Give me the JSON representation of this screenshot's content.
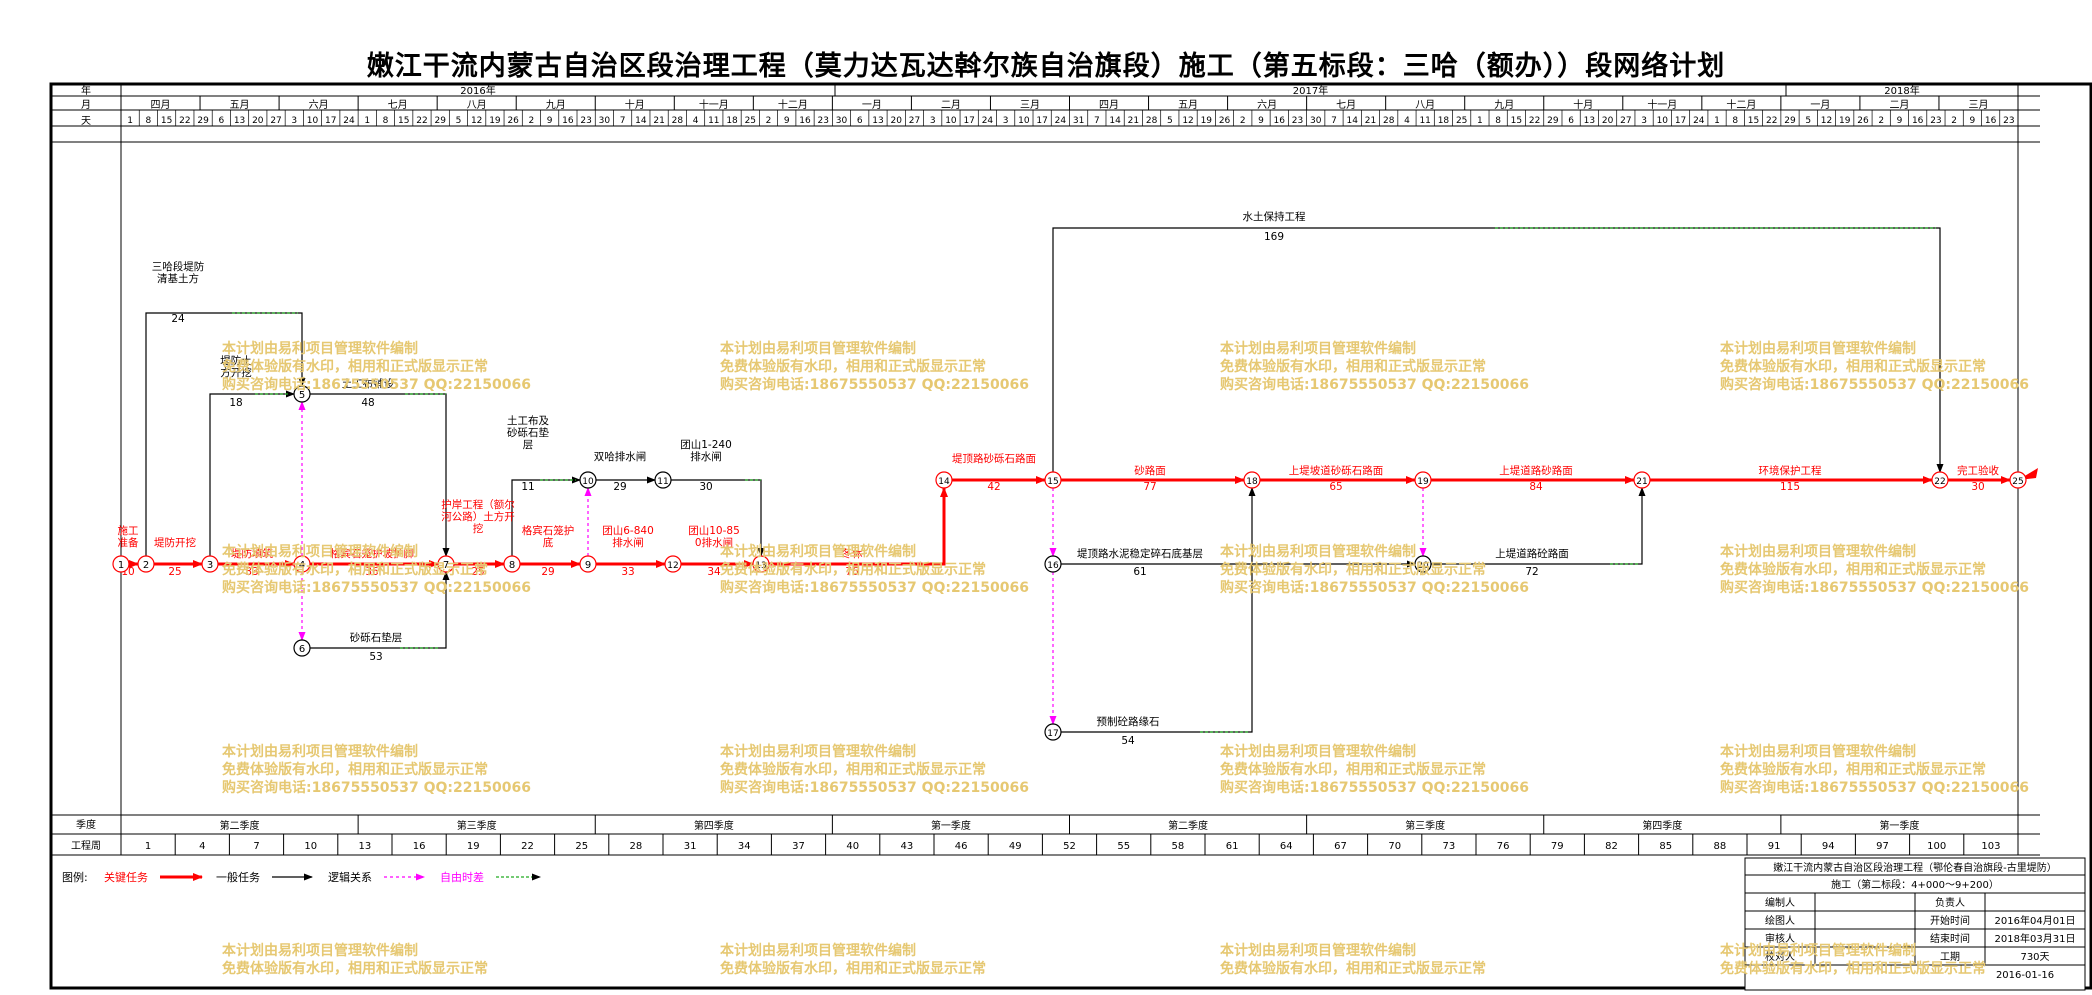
{
  "title": "嫩江干流内蒙古自治区段治理工程（莫力达瓦达斡尔族自治旗段）施工（第五标段：三哈（额办））段网络计划",
  "header": {
    "row_labels": {
      "year": "年",
      "month": "月",
      "day": "天",
      "quarter": "季度",
      "week": "工程周"
    },
    "years": [
      "2016年",
      "2017年",
      "2018年"
    ],
    "months": [
      "四月",
      "五月",
      "六月",
      "七月",
      "八月",
      "九月",
      "十月",
      "十一月",
      "十二月",
      "一月",
      "二月",
      "三月",
      "四月",
      "五月",
      "六月",
      "七月",
      "八月",
      "九月",
      "十月",
      "十一月",
      "十二月",
      "一月",
      "二月",
      "三月"
    ],
    "days": [
      "1",
      "8",
      "15",
      "22",
      "29",
      "6",
      "13",
      "20",
      "27",
      "3",
      "10",
      "17",
      "24",
      "1",
      "8",
      "15",
      "22",
      "29",
      "5",
      "12",
      "19",
      "26",
      "2",
      "9",
      "16",
      "23",
      "30",
      "7",
      "14",
      "21",
      "28",
      "4",
      "11",
      "18",
      "25",
      "2",
      "9",
      "16",
      "23",
      "30",
      "6",
      "13",
      "20",
      "27",
      "3",
      "10",
      "17",
      "24",
      "3",
      "10",
      "17",
      "24",
      "31",
      "7",
      "14",
      "21",
      "28",
      "5",
      "12",
      "19",
      "26",
      "2",
      "9",
      "16",
      "23",
      "30",
      "7",
      "14",
      "21",
      "28",
      "4",
      "11",
      "18",
      "25",
      "1",
      "8",
      "15",
      "22",
      "29",
      "6",
      "13",
      "20",
      "27",
      "3",
      "10",
      "17",
      "24",
      "1",
      "8",
      "15",
      "22",
      "29",
      "5",
      "12",
      "19",
      "26",
      "2",
      "9",
      "16",
      "23",
      "2",
      "9",
      "16",
      "23"
    ],
    "quarters": [
      "第二季度",
      "第三季度",
      "第四季度",
      "第一季度",
      "第二季度",
      "第三季度",
      "第四季度",
      "第一季度"
    ],
    "weeks": [
      "1",
      "4",
      "7",
      "10",
      "13",
      "16",
      "19",
      "22",
      "25",
      "28",
      "31",
      "34",
      "37",
      "40",
      "43",
      "46",
      "49",
      "52",
      "55",
      "58",
      "61",
      "64",
      "67",
      "70",
      "73",
      "76",
      "79",
      "82",
      "85",
      "88",
      "91",
      "94",
      "97",
      "100",
      "103"
    ]
  },
  "colors": {
    "critical": "#ff0000",
    "normal": "#000000",
    "logic": "#ff00ff",
    "float": "#22aa22",
    "watermark": "#e6c872"
  },
  "nodes": [
    "1",
    "2",
    "3",
    "4",
    "5",
    "6",
    "7",
    "8",
    "9",
    "10",
    "11",
    "12",
    "13",
    "14",
    "15",
    "16",
    "17",
    "18",
    "19",
    "20",
    "21",
    "22",
    "25"
  ],
  "tasks": [
    {
      "id": "t1",
      "name": "施工准备",
      "dur": "10",
      "type": "critical"
    },
    {
      "id": "t2",
      "name": "堤防开挖",
      "dur": "25",
      "type": "critical"
    },
    {
      "id": "t3",
      "name": "堤防填筑",
      "dur": "33",
      "type": "critical"
    },
    {
      "id": "t4",
      "name": "格宾石笼护坡护脚",
      "dur": "36",
      "type": "critical"
    },
    {
      "id": "t5",
      "name": "护岸工程（额尔河公路）土方开挖",
      "dur": "25",
      "type": "critical"
    },
    {
      "id": "t6",
      "name": "格宾石笼护底",
      "dur": "29",
      "type": "critical"
    },
    {
      "id": "t7",
      "name": "团山6-840排水闸",
      "dur": "33",
      "type": "critical"
    },
    {
      "id": "t8",
      "name": "团山10-850排水闸",
      "dur": "34",
      "type": "critical"
    },
    {
      "id": "t9",
      "name": "冬休",
      "dur": "76",
      "type": "critical"
    },
    {
      "id": "t10",
      "name": "堤顶路砂砾石路面",
      "dur": "42",
      "type": "critical"
    },
    {
      "id": "t11",
      "name": "砂路面",
      "dur": "77",
      "type": "critical"
    },
    {
      "id": "t12",
      "name": "上堤坡道砂砾石路面",
      "dur": "65",
      "type": "critical"
    },
    {
      "id": "t13",
      "name": "上堤道路砂路面",
      "dur": "84",
      "type": "critical"
    },
    {
      "id": "t14",
      "name": "环境保护工程",
      "dur": "115",
      "type": "critical"
    },
    {
      "id": "t15",
      "name": "完工验收",
      "dur": "30",
      "type": "critical"
    },
    {
      "id": "t16",
      "name": "三哈段堤防清基土方",
      "dur": "24",
      "type": "normal"
    },
    {
      "id": "t17",
      "name": "堤防土方开挖",
      "dur": "18",
      "type": "normal"
    },
    {
      "id": "t18",
      "name": "土工布铺设",
      "dur": "48",
      "type": "normal"
    },
    {
      "id": "t19",
      "name": "砂砾石垫层",
      "dur": "53",
      "type": "normal"
    },
    {
      "id": "t20",
      "name": "土工布及砂砾石垫层",
      "dur": "11",
      "type": "normal"
    },
    {
      "id": "t21",
      "name": "双哈排水闸",
      "dur": "29",
      "type": "normal"
    },
    {
      "id": "t22",
      "name": "团山1-240排水闸",
      "dur": "30",
      "type": "normal"
    },
    {
      "id": "t23",
      "name": "水土保持工程",
      "dur": "169",
      "type": "normal"
    },
    {
      "id": "t24",
      "name": "堤顶路水泥稳定碎石底基层",
      "dur": "61",
      "type": "normal"
    },
    {
      "id": "t25",
      "name": "预制砼路缘石",
      "dur": "54",
      "type": "normal"
    },
    {
      "id": "t26",
      "name": "上堤道路砼路面",
      "dur": "72",
      "type": "normal"
    }
  ],
  "legend": {
    "label": "图例:",
    "critical": "关键任务",
    "normal": "一般任务",
    "logic": "逻辑关系",
    "float": "自由时差"
  },
  "info": {
    "project": "嫩江干流内蒙古自治区段治理工程（鄂伦春自治旗段-古里堤防）",
    "section": "施工（第二标段：4+000～9+200）",
    "rows": [
      {
        "k1": "编制人",
        "v1": "",
        "k2": "负责人",
        "v2": ""
      },
      {
        "k1": "绘图人",
        "v1": "",
        "k2": "开始时间",
        "v2": "2016年04月01日"
      },
      {
        "k1": "审核人",
        "v1": "",
        "k2": "结束时间",
        "v2": "2018年03月31日"
      },
      {
        "k1": "校对人",
        "v1": "",
        "k2": "工期",
        "v2": "730天"
      }
    ],
    "date": "2016-01-16"
  },
  "watermark": {
    "l1": "本计划由易利项目管理软件编制",
    "l2": "免费体验版有水印，相用和正式版显示正常",
    "l3": "购买咨询电话:18675550537 QQ:22150066"
  }
}
